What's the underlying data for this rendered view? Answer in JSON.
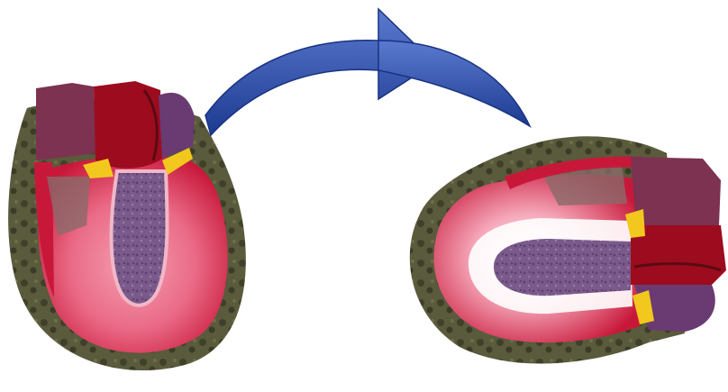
{
  "diagram": {
    "panels": [
      {
        "id": "heart-left",
        "kind": "upright heart cross-section"
      },
      {
        "id": "heart-right",
        "kind": "rotated heart cross-section"
      }
    ],
    "connector": {
      "kind": "curved arrow",
      "direction": "left-to-right"
    },
    "colors": {
      "background": "#ffffff",
      "pericardium": "#5a5a3c",
      "pericardium_dark": "#3a3a26",
      "myocardium_outer": "#c8183a",
      "myocardium_inner": "#ee7f95",
      "endocardium_light": "#ffffff",
      "chamber": "#7a5a8a",
      "chamber_speckle": "#5e3f6e",
      "atrium_red": "#9c0c1e",
      "atrium_purple": "#7c3250",
      "valve_yellow": "#f2c81e",
      "arrow_blue": "#2a4aa6",
      "arrow_blue_light": "#5a7ad0"
    }
  }
}
